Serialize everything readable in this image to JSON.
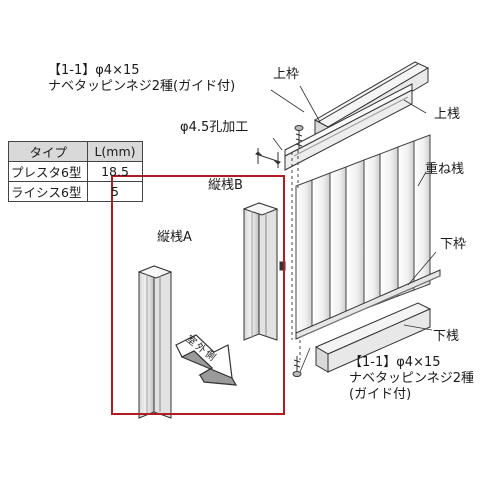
{
  "screw_top": {
    "line1": "【1-1】φ4×15",
    "line2": "ナベタッピンネジ2種(ガイド付)"
  },
  "hole_label": "φ4.5孔加工",
  "screw_bottom": {
    "line1": "【1-1】φ4×15",
    "line2": "ナベタッピンネジ2種",
    "line3": "(ガイド付)"
  },
  "part_labels": {
    "upper_frame": "上枠",
    "upper_rail": "上桟",
    "overlap_rail": "重ね桟",
    "lower_frame": "下枠",
    "lower_rail": "下桟",
    "vertical_a": "縦桟A",
    "vertical_b": "縦桟B"
  },
  "arrow_text": "室外側",
  "spec_table": {
    "headers": [
      "タイプ",
      "L(mm)"
    ],
    "rows": [
      {
        "type": "プレスタ6型",
        "value": "18.5"
      },
      {
        "type": "ライシス6型",
        "value": "5"
      }
    ]
  },
  "colors": {
    "highlight_box": "#b01c24",
    "line": "#333333",
    "panel_fill": "#f2f2f2",
    "shade": "#c8c8c8"
  }
}
